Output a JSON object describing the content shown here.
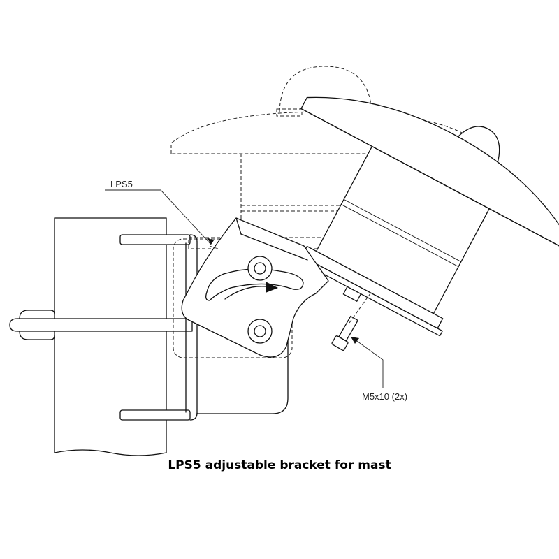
{
  "diagram": {
    "caption": "LPS5 adjustable bracket for mast",
    "labels": {
      "bracket": "LPS5",
      "screw": "M5x10 (2x)"
    }
  }
}
